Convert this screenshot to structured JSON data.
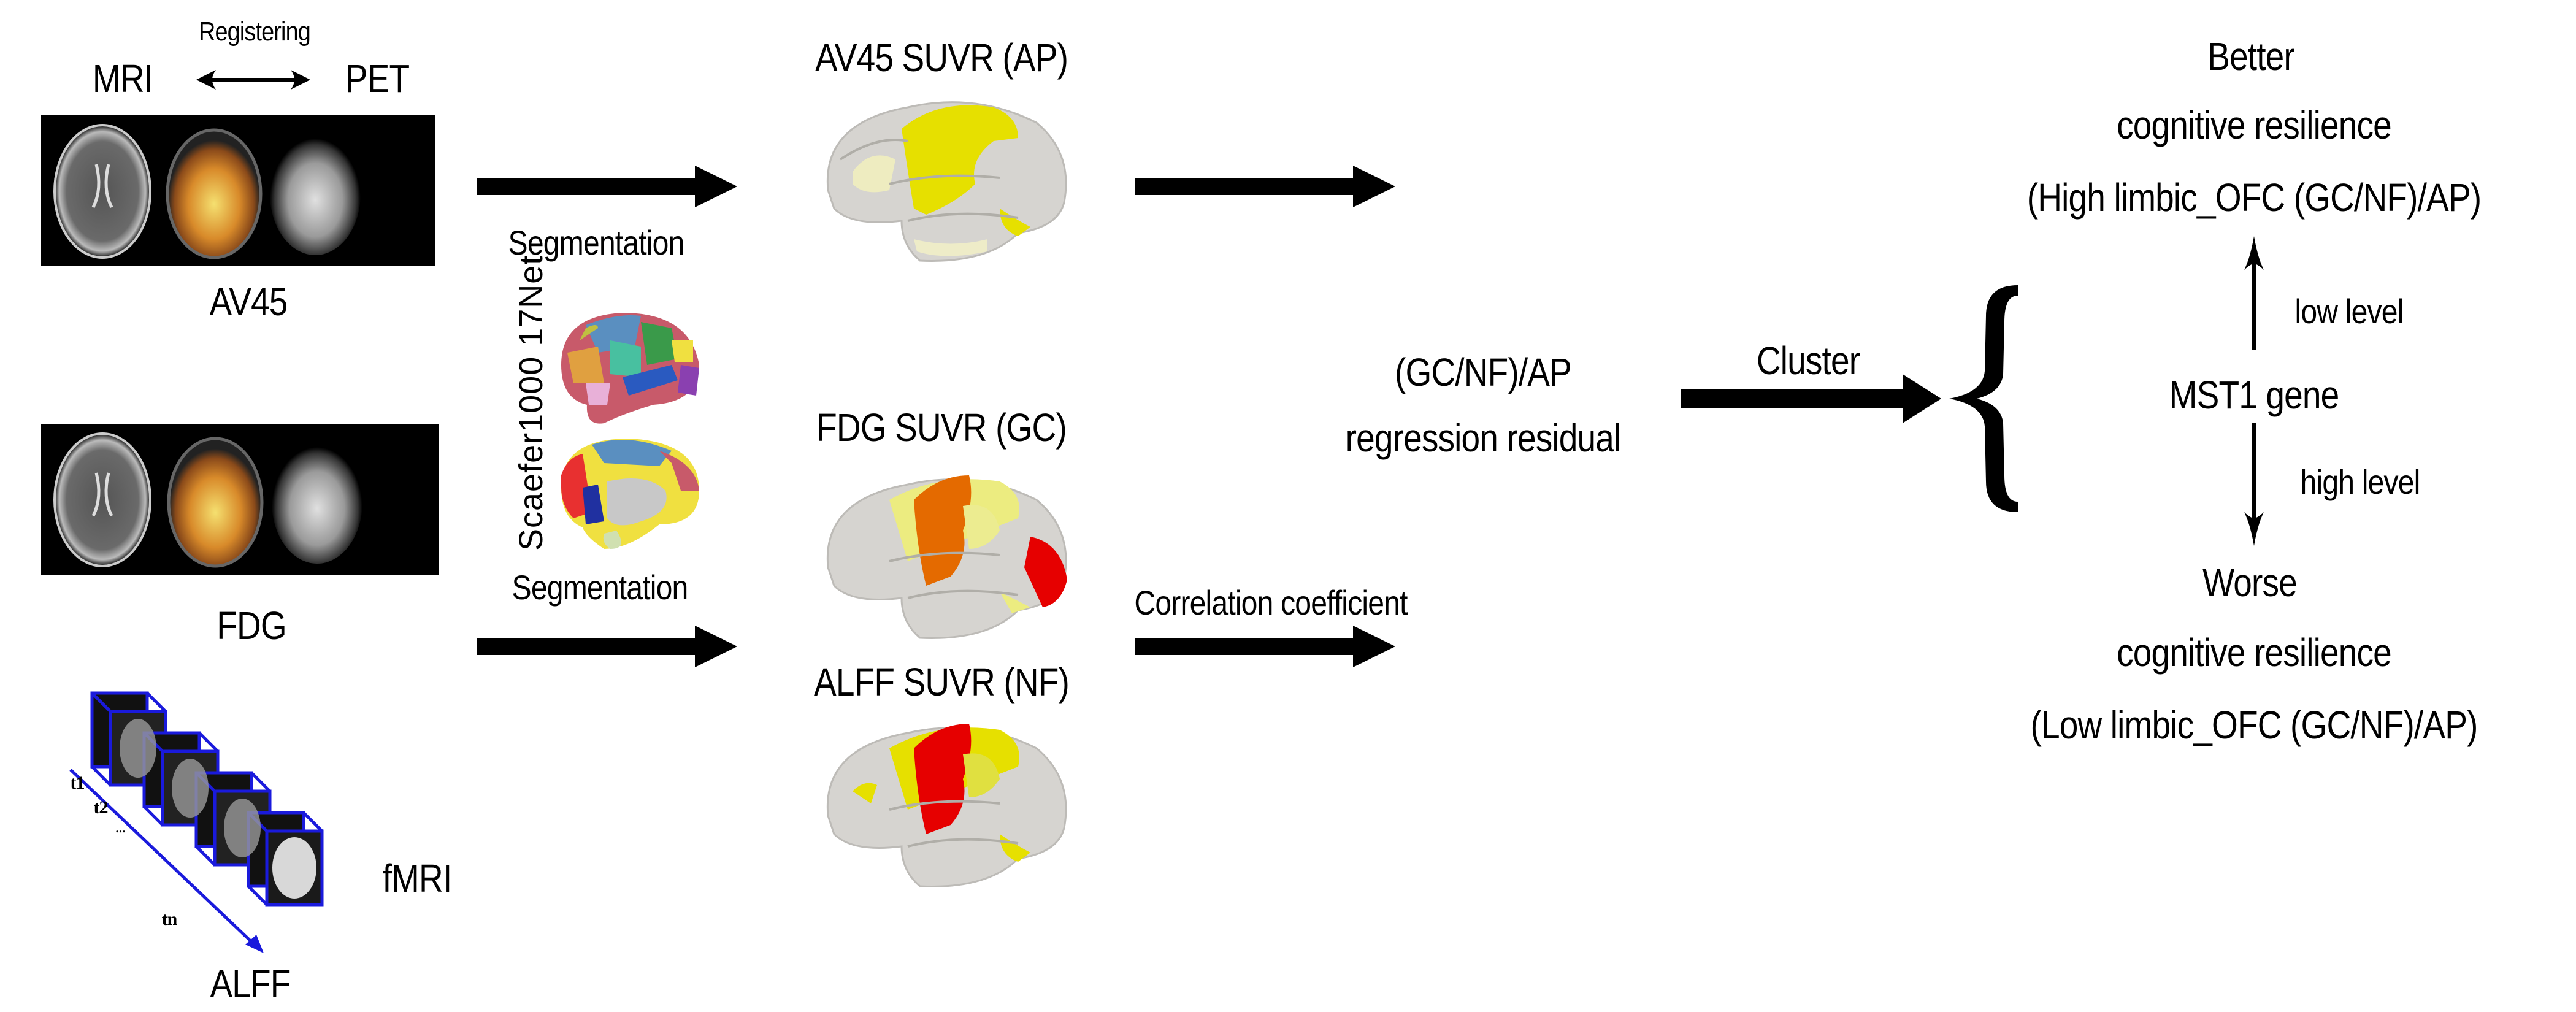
{
  "input_panel": {
    "registering_label": "Registering",
    "mri_label": "MRI",
    "pet_label": "PET",
    "av45_label": "AV45",
    "fdg_label": "FDG",
    "fmri_label": "fMRI",
    "alff_label": "ALFF",
    "time_labels": [
      "t1",
      "t2",
      "...",
      "tn"
    ]
  },
  "atlas": {
    "label": "Scaefer1000 17Net"
  },
  "steps": {
    "segmentation_top": "Segmentation",
    "segmentation_bottom": "Segmentation",
    "correlation": "Correlation coefficient",
    "cluster": "Cluster"
  },
  "brain_maps": [
    {
      "title": "AV45 SUVR (AP)",
      "highlight": "#e6e000"
    },
    {
      "title": "FDG SUVR (GC)",
      "highlight": "#e46a00"
    },
    {
      "title": "ALFF SUVR (NF)",
      "highlight": "#e60000"
    }
  ],
  "residual": {
    "line1": "(GC/NF)/AP",
    "line2": "regression residual"
  },
  "outcome": {
    "gene": "MST1 gene",
    "low_level": "low level",
    "high_level": "high level",
    "better": {
      "line1": "Better",
      "line2": "cognitive resilience",
      "line3": "(High limbic_OFC (GC/NF)/AP)"
    },
    "worse": {
      "line1": "Worse",
      "line2": "cognitive resilience",
      "line3": "(Low limbic_OFC (GC/NF)/AP)"
    }
  },
  "colors": {
    "fmri_frame": "#1a1adc",
    "arrow": "#000000"
  }
}
